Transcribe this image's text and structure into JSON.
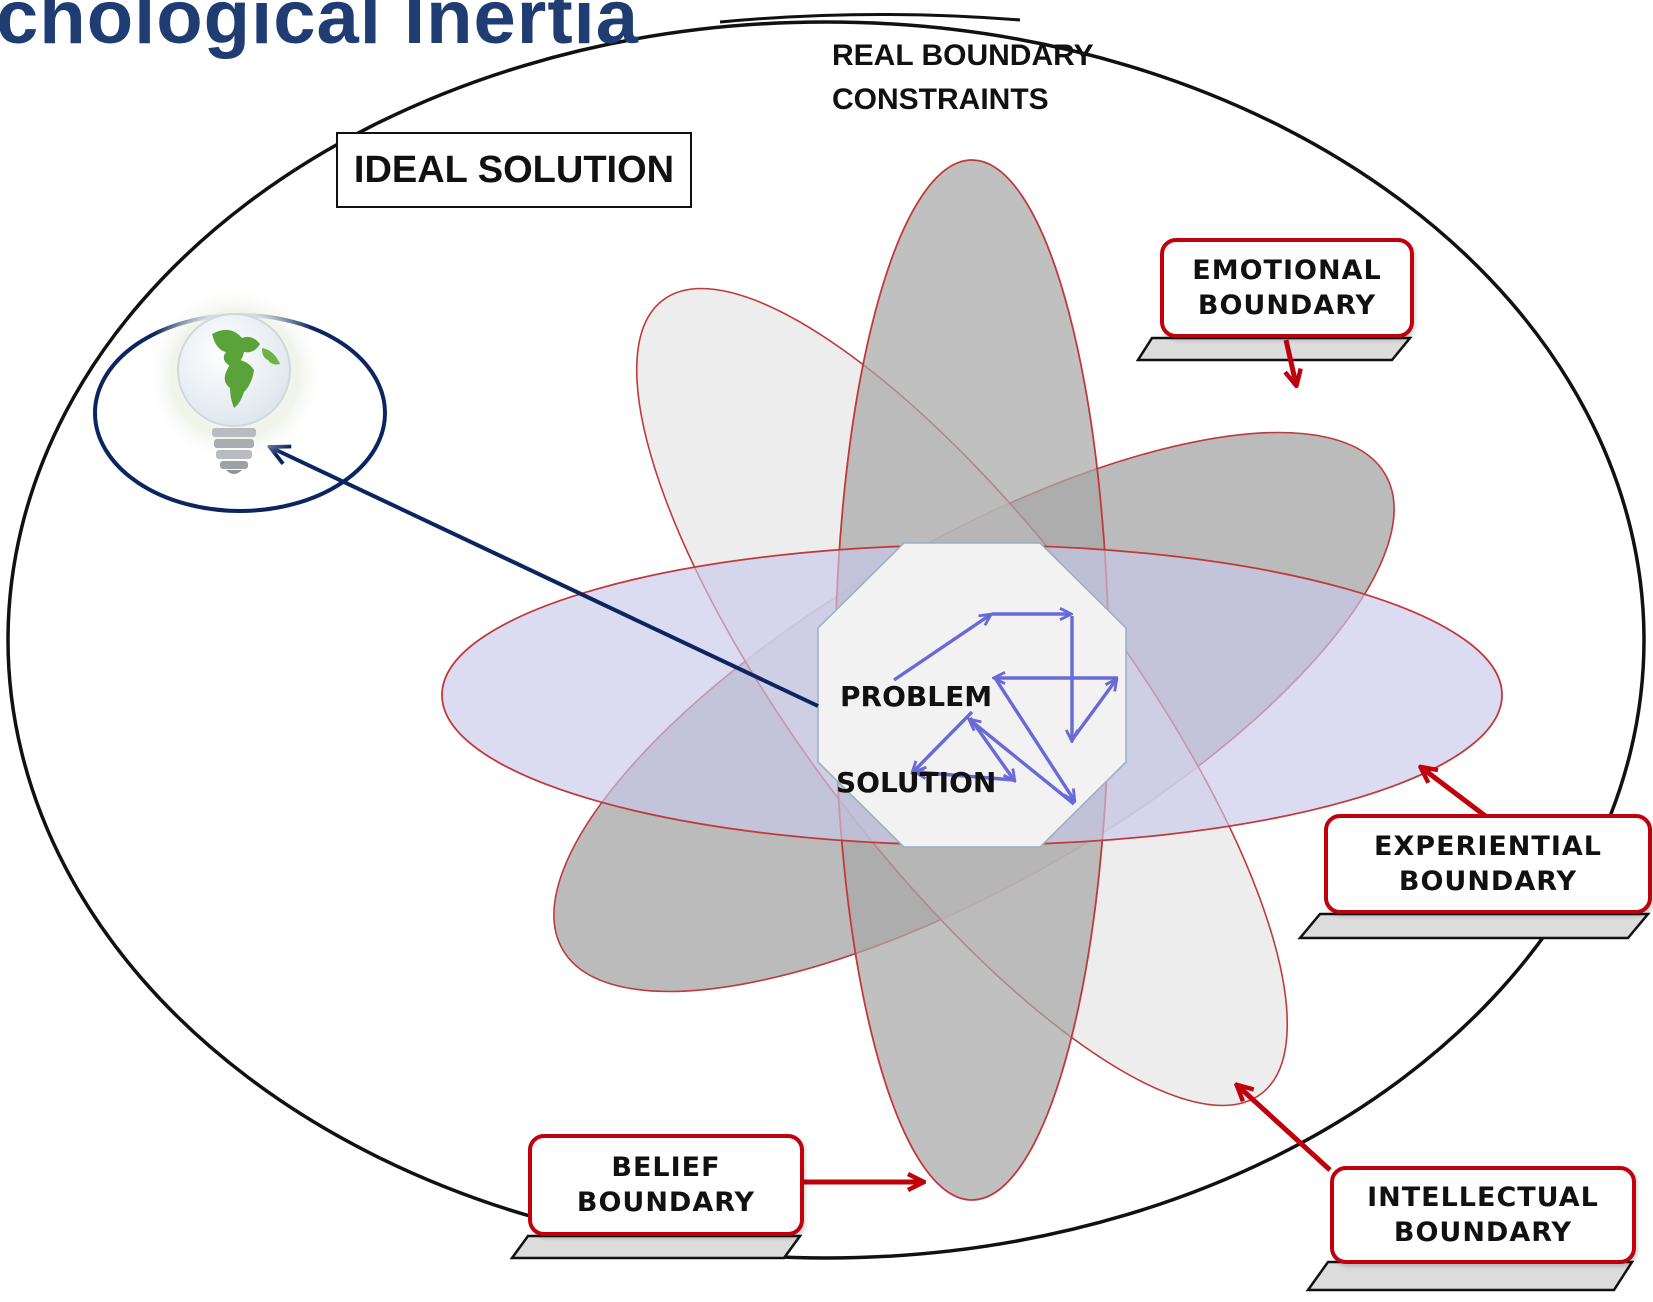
{
  "title": "chological Inertia",
  "labels": {
    "real_boundary_line1": "REAL BOUNDARY",
    "real_boundary_line2": "CONSTRAINTS",
    "ideal_solution": "IDEAL SOLUTION",
    "problem": "PROBLEM",
    "solution": "SOLUTION"
  },
  "callouts": {
    "emotional": {
      "line1": "EMOTIONAL",
      "line2": "BOUNDARY"
    },
    "experiential": {
      "line1": "EXPERIENTIAL",
      "line2": "BOUNDARY"
    },
    "intellectual": {
      "line1": "INTELLECTUAL",
      "line2": "BOUNDARY"
    },
    "belief": {
      "line1": "BELIEF",
      "line2": "BOUNDARY"
    }
  },
  "colors": {
    "title": "#1f3d73",
    "callout_border": "#c0000b",
    "ellipse_outline": "#c0393b",
    "petal_gray": "#a8a8a8",
    "petal_light": "#e6e6e6",
    "petal_lavender": "#c8c8ea",
    "path_arrows": "#6a6ad6",
    "ideal_arrow": "#0c2460"
  },
  "icons": {
    "ideal": "globe-lightbulb-icon"
  }
}
